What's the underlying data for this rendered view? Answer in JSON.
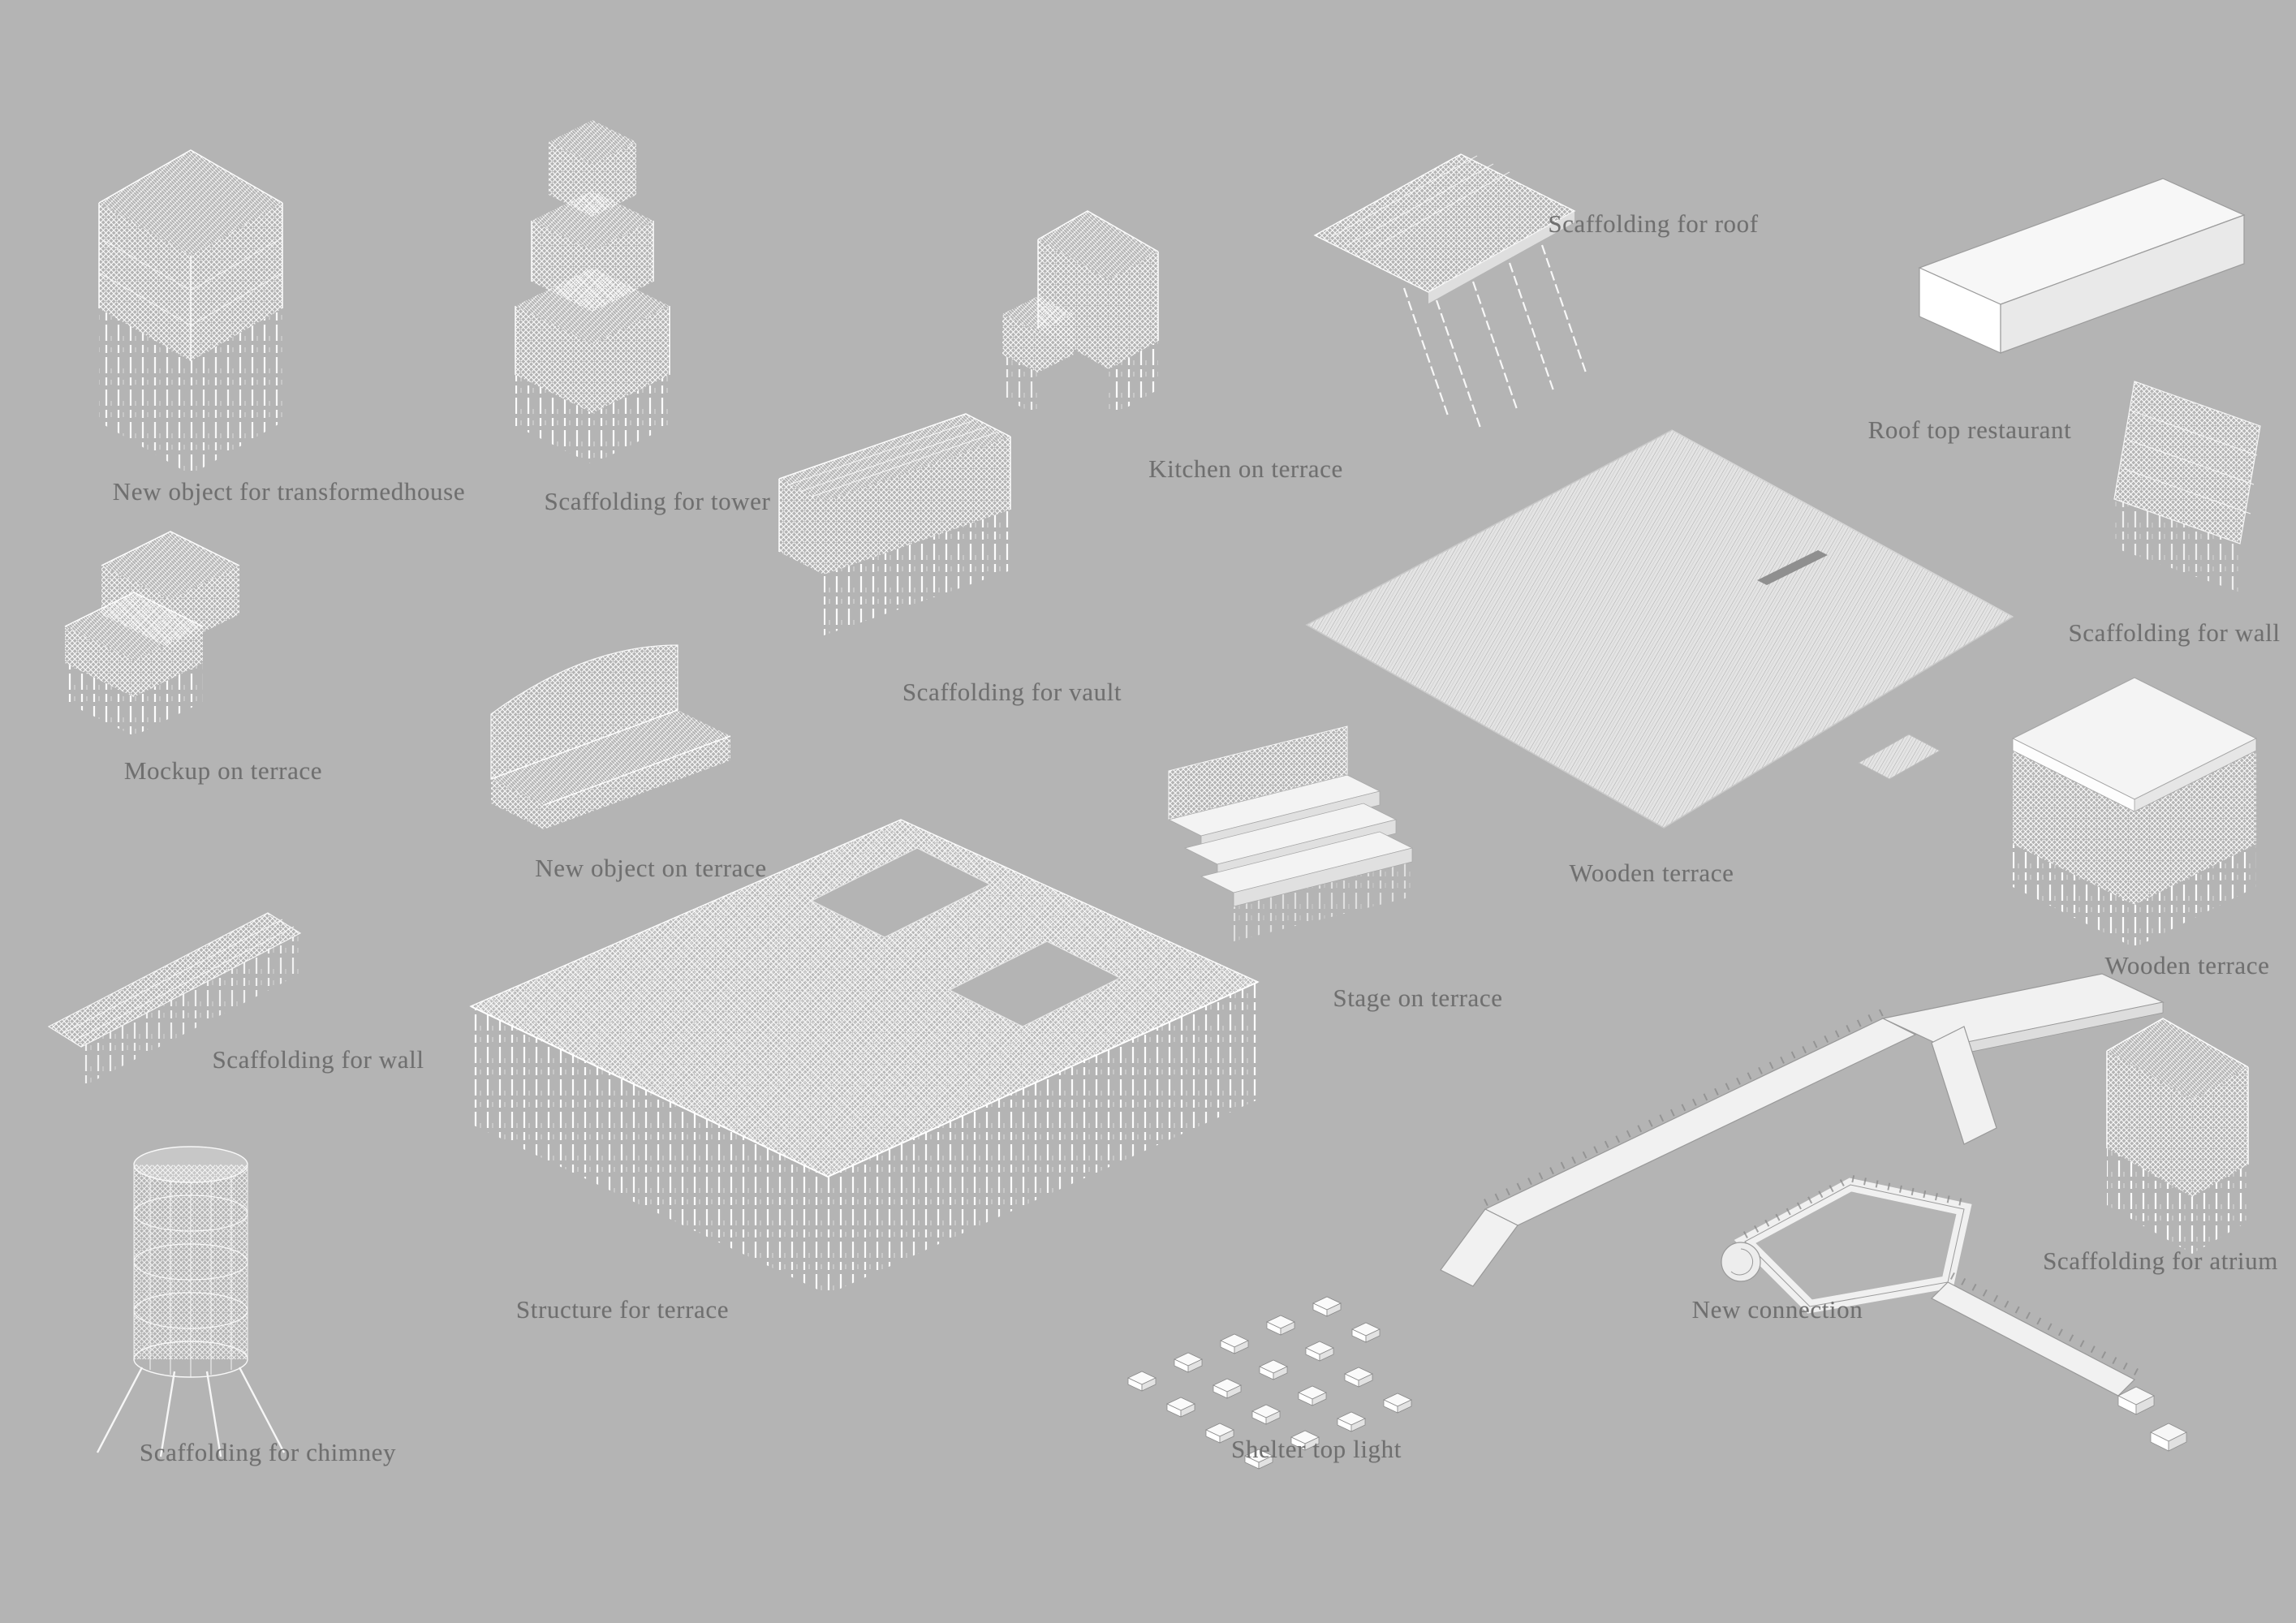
{
  "page": {
    "background_color": "#b4b4b4",
    "label_color": "#6f6f6f",
    "drawing_line_color": "#f7f7f7"
  },
  "items": [
    {
      "id": "new-object-for-transformedhouse",
      "label": "New object for transformedhouse"
    },
    {
      "id": "scaffolding-for-tower",
      "label": "Scaffolding for tower"
    },
    {
      "id": "kitchen-on-terrace",
      "label": "Kitchen on terrace"
    },
    {
      "id": "scaffolding-for-roof",
      "label": "Scaffolding for roof"
    },
    {
      "id": "roof-top-restaurant",
      "label": "Roof top restaurant"
    },
    {
      "id": "scaffolding-for-wall-right",
      "label": "Scaffolding for wall"
    },
    {
      "id": "mockup-on-terrace",
      "label": "Mockup on terrace"
    },
    {
      "id": "scaffolding-for-vault",
      "label": "Scaffolding for vault"
    },
    {
      "id": "new-object-on-terrace",
      "label": "New object on terrace"
    },
    {
      "id": "wooden-terrace",
      "label": "Wooden terrace"
    },
    {
      "id": "wooden-terrace-right",
      "label": "Wooden terrace"
    },
    {
      "id": "scaffolding-for-wall-left",
      "label": "Scaffolding for wall"
    },
    {
      "id": "stage-on-terrace",
      "label": "Stage on terrace"
    },
    {
      "id": "structure-for-terrace",
      "label": "Structure for terrace"
    },
    {
      "id": "scaffolding-for-atrium",
      "label": "Scaffolding for atrium"
    },
    {
      "id": "scaffolding-for-chimney",
      "label": "Scaffolding for chimney"
    },
    {
      "id": "shelter-top-light",
      "label": "Shelter top light"
    },
    {
      "id": "new-connection",
      "label": "New connection"
    }
  ]
}
